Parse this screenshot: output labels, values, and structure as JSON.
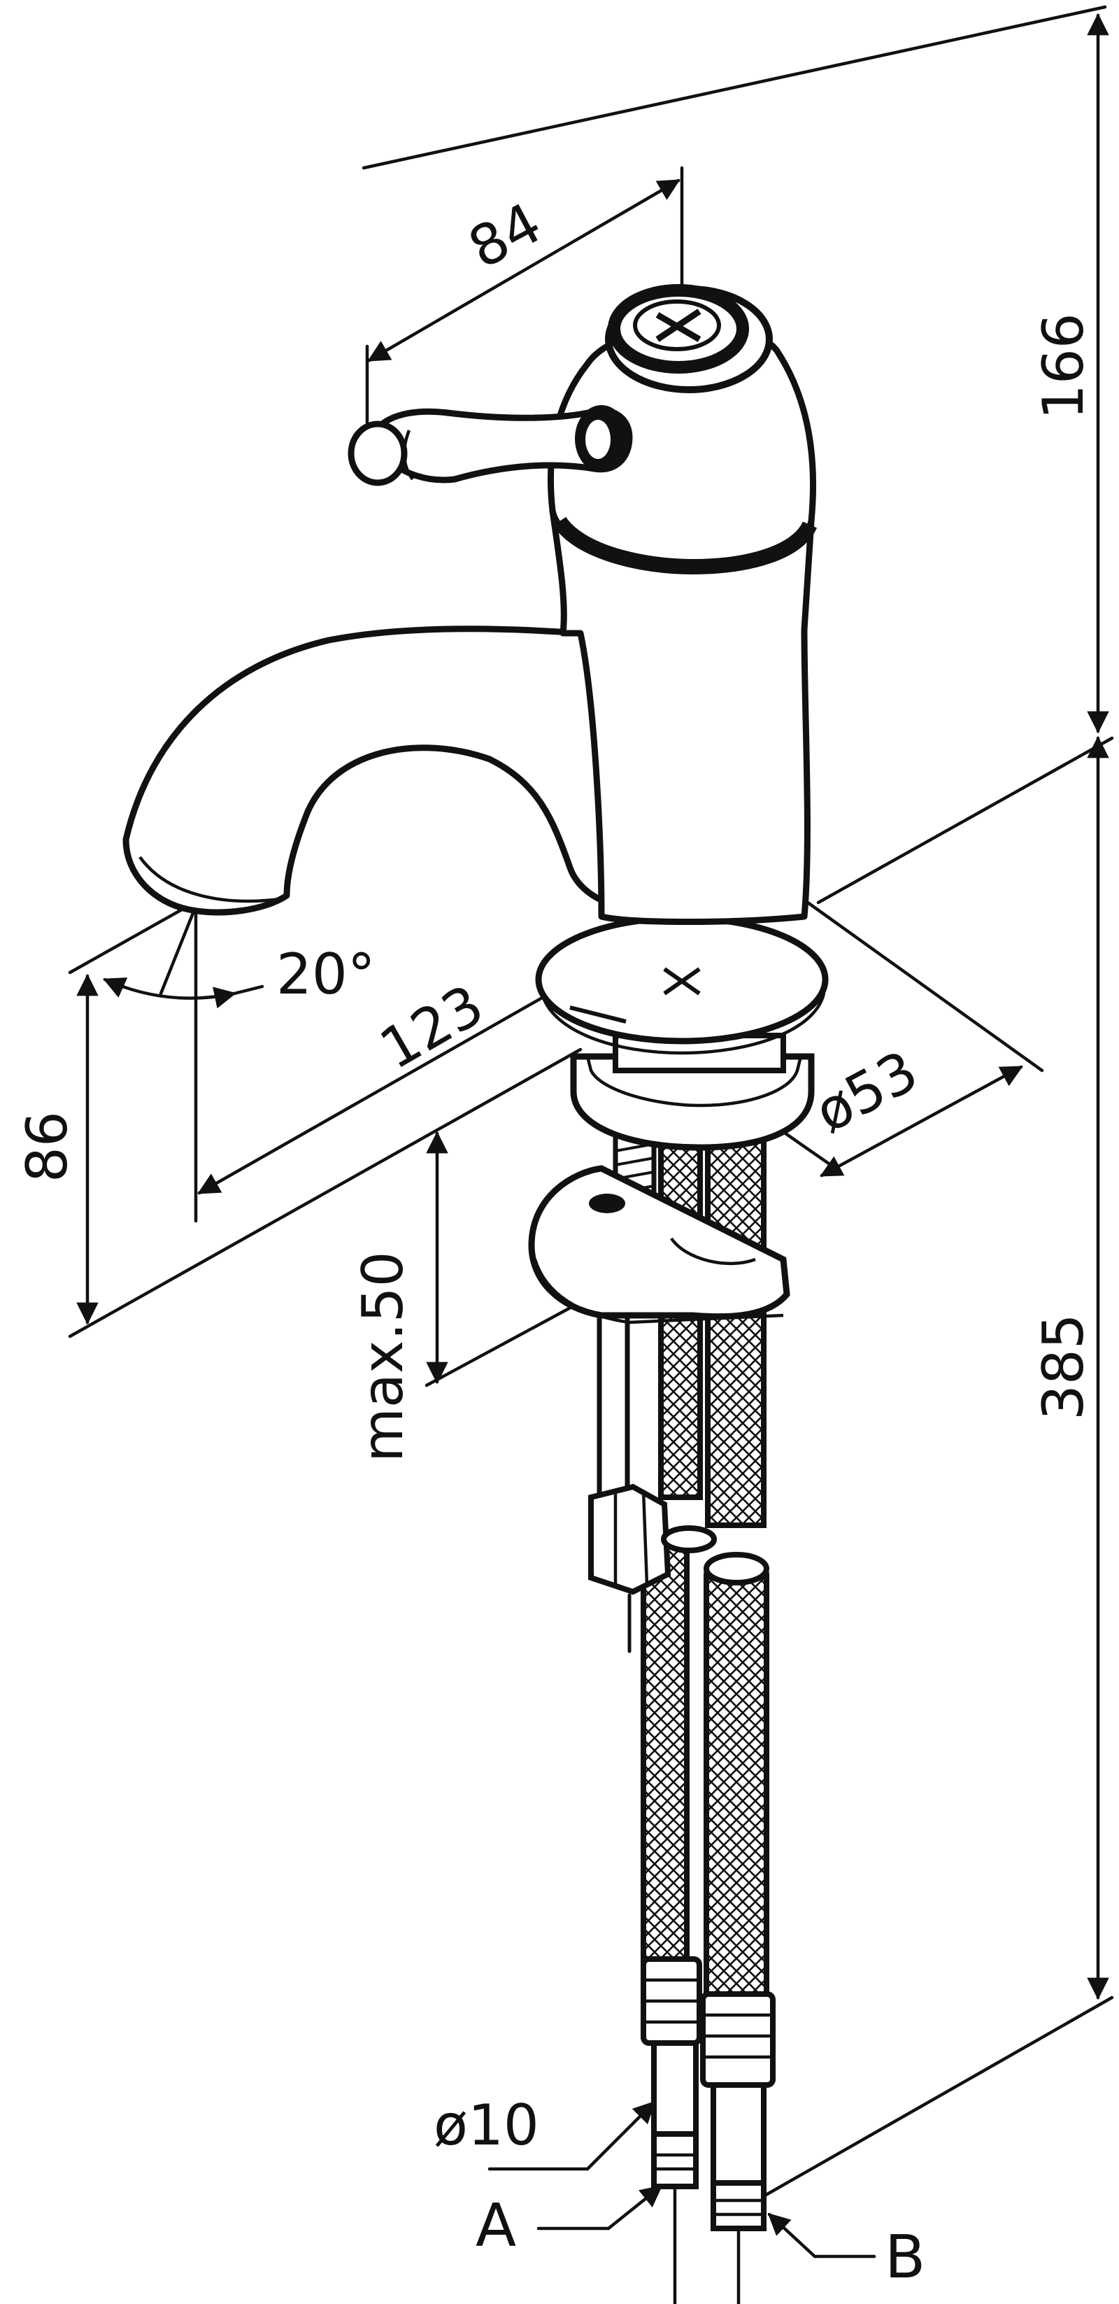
{
  "colors": {
    "ink": "#111111",
    "paper": "#ffffff"
  },
  "dimensions": {
    "handle_reach": "84",
    "top_height": "166",
    "spout_height": "86",
    "spout_angle": "20°",
    "spout_reach": "123",
    "base_diameter": "ø53",
    "deck_thickness": "max.50",
    "total_height": "385",
    "hose_diameter": "ø10"
  },
  "connections": {
    "a": "A",
    "b": "B"
  }
}
